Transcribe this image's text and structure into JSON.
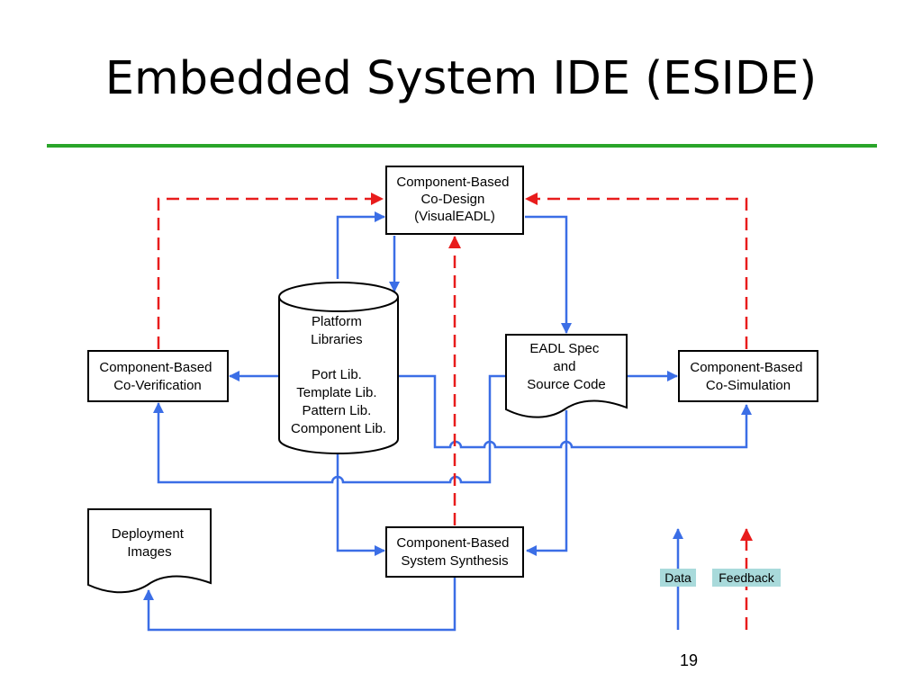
{
  "title": "Embedded System IDE (ESIDE)",
  "page_number": "19",
  "colors": {
    "rule": "#2aa52a",
    "data_arrow": "#3b6ee6",
    "feedback_arrow": "#e81c1c",
    "legend_label_bg": "#a9dadb"
  },
  "nodes": {
    "codesign": [
      "Component-Based",
      "Co-Design",
      "(VisualEADL)"
    ],
    "platform": [
      "Platform",
      "Libraries",
      "",
      "Port Lib.",
      "Template Lib.",
      "Pattern Lib.",
      "Component Lib."
    ],
    "eadl": [
      "EADL Spec",
      "and",
      "Source Code"
    ],
    "coverification": [
      "Component-Based",
      "Co-Verification"
    ],
    "cosimulation": [
      "Component-Based",
      "Co-Simulation"
    ],
    "deployment": [
      "Deployment",
      "Images"
    ],
    "synthesis": [
      "Component-Based",
      "System Synthesis"
    ]
  },
  "legend": {
    "data": "Data",
    "feedback": "Feedback"
  }
}
